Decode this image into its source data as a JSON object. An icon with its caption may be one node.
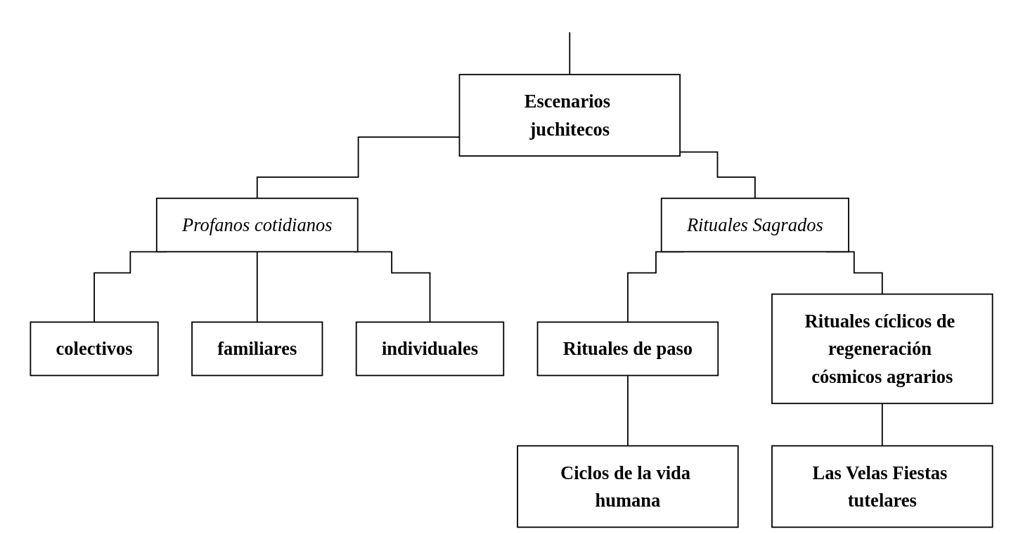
{
  "diagram": {
    "nodes": [
      {
        "text": [
          "Escenarios juchitecos"
        ]
      },
      {
        "text": [
          "Profanos cotidianos"
        ]
      },
      {
        "text": [
          "Rituales Sagrados"
        ]
      },
      {
        "text": [
          "colectivos"
        ]
      },
      {
        "text": [
          "familiares"
        ]
      },
      {
        "text": [
          "individuales"
        ]
      },
      {
        "text": [
          "Rituales de paso"
        ]
      },
      {
        "text": [
          "Rituales cíclicos de regeneración cósmicos agrarios"
        ]
      },
      {
        "text": [
          "Ciclos de la vida humana"
        ]
      },
      {
        "text": [
          "Las Velas Fiestas tutelares"
        ]
      }
    ],
    "edges": [
      {
        "from": null,
        "to": 0,
        "arrow": "none"
      },
      {
        "from": 0,
        "to": 1,
        "arrow": "none"
      },
      {
        "from": 0,
        "to": 2,
        "arrow": "none"
      },
      {
        "from": 1,
        "to": 3,
        "arrow": "none"
      },
      {
        "from": 1,
        "to": 4,
        "arrow": "none"
      },
      {
        "from": 1,
        "to": 5,
        "arrow": "none"
      },
      {
        "from": 2,
        "to": 6,
        "arrow": "none"
      },
      {
        "from": 2,
        "to": 7,
        "arrow": "none"
      },
      {
        "from": 6,
        "to": 8,
        "arrow": "none"
      },
      {
        "from": 7,
        "to": 9,
        "arrow": "none"
      }
    ]
  }
}
